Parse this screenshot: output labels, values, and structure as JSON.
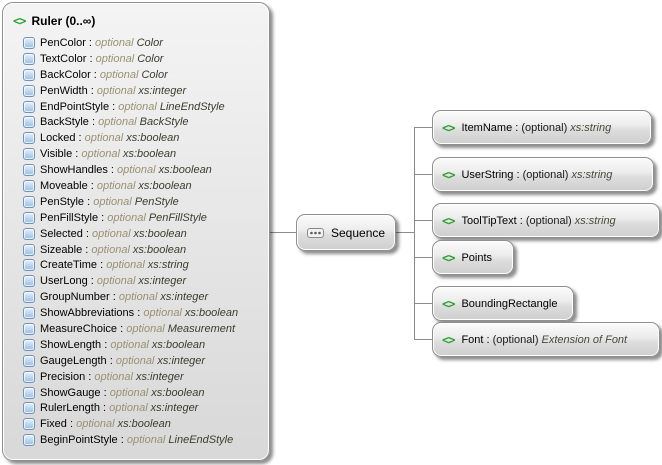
{
  "icons": {
    "element_glyph": "<>"
  },
  "colors": {
    "node_border": "#8f8f8f",
    "node_fill_top": "#fbfbfb",
    "node_fill_bottom": "#cfcfcf",
    "element_icon_green": "#2f9e2f",
    "attribute_icon_blue": "#9dbfe4",
    "connector_gray": "#8c8c8c",
    "modifier_text": "#9a9072",
    "type_text": "#3c3c2e",
    "background": "#ffffff"
  },
  "root": {
    "title": "Ruler (0..∞)",
    "attributes": [
      {
        "name": "PenColor",
        "sep": " : ",
        "modifier": "optional",
        "type": "Color"
      },
      {
        "name": "TextColor",
        "sep": " : ",
        "modifier": "optional",
        "type": "Color"
      },
      {
        "name": "BackColor",
        "sep": " : ",
        "modifier": "optional",
        "type": "Color"
      },
      {
        "name": "PenWidth",
        "sep": " : ",
        "modifier": "optional",
        "type": "xs:integer"
      },
      {
        "name": "EndPointStyle",
        "sep": " : ",
        "modifier": "optional",
        "type": "LineEndStyle"
      },
      {
        "name": "BackStyle",
        "sep": " : ",
        "modifier": "optional",
        "type": "BackStyle"
      },
      {
        "name": "Locked",
        "sep": " : ",
        "modifier": "optional",
        "type": "xs:boolean"
      },
      {
        "name": "Visible",
        "sep": " : ",
        "modifier": "optional",
        "type": "xs:boolean"
      },
      {
        "name": "ShowHandles",
        "sep": " : ",
        "modifier": "optional",
        "type": "xs:boolean"
      },
      {
        "name": "Moveable",
        "sep": " : ",
        "modifier": "optional",
        "type": "xs:boolean"
      },
      {
        "name": "PenStyle",
        "sep": " : ",
        "modifier": "optional",
        "type": "PenStyle"
      },
      {
        "name": "PenFillStyle",
        "sep": " : ",
        "modifier": "optional",
        "type": "PenFillStyle"
      },
      {
        "name": "Selected",
        "sep": " : ",
        "modifier": "optional",
        "type": "xs:boolean"
      },
      {
        "name": "Sizeable",
        "sep": " : ",
        "modifier": "optional",
        "type": "xs:boolean"
      },
      {
        "name": "CreateTime",
        "sep": " : ",
        "modifier": "optional",
        "type": "xs:string"
      },
      {
        "name": "UserLong",
        "sep": " : ",
        "modifier": "optional",
        "type": "xs:integer"
      },
      {
        "name": "GroupNumber",
        "sep": " : ",
        "modifier": "optional",
        "type": "xs:integer"
      },
      {
        "name": "ShowAbbreviations",
        "sep": " : ",
        "modifier": "optional",
        "type": "xs:boolean"
      },
      {
        "name": "MeasureChoice",
        "sep": " : ",
        "modifier": "optional",
        "type": "Measurement"
      },
      {
        "name": "ShowLength",
        "sep": " : ",
        "modifier": "optional",
        "type": "xs:boolean"
      },
      {
        "name": "GaugeLength",
        "sep": " : ",
        "modifier": "optional",
        "type": "xs:integer"
      },
      {
        "name": "Precision",
        "sep": " : ",
        "modifier": "optional",
        "type": "xs:integer"
      },
      {
        "name": "ShowGauge",
        "sep": " : ",
        "modifier": "optional",
        "type": "xs:boolean"
      },
      {
        "name": "RulerLength",
        "sep": " : ",
        "modifier": "optional",
        "type": "xs:integer"
      },
      {
        "name": "Fixed",
        "sep": " : ",
        "modifier": "optional",
        "type": "xs:boolean"
      },
      {
        "name": "BeginPointStyle",
        "sep": " : ",
        "modifier": "optional",
        "type": "LineEndStyle"
      }
    ]
  },
  "sequence": {
    "label": "Sequence"
  },
  "children": [
    {
      "name": "ItemName",
      "sep": " : ",
      "qualifier": "(optional)",
      "type": "xs:string"
    },
    {
      "name": "UserString",
      "sep": " : ",
      "qualifier": "(optional)",
      "type": "xs:string"
    },
    {
      "name": "ToolTipText",
      "sep": " : ",
      "qualifier": "(optional)",
      "type": "xs:string"
    },
    {
      "name": "Points",
      "sep": "",
      "qualifier": "",
      "type": ""
    },
    {
      "name": "BoundingRectangle",
      "sep": "",
      "qualifier": "",
      "type": ""
    },
    {
      "name": "Font",
      "sep": " : ",
      "qualifier": "(optional)",
      "type": "Extension of Font"
    }
  ]
}
